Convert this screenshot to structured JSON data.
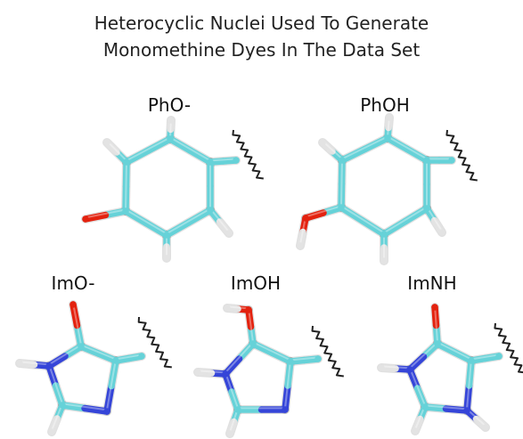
{
  "title_lines": [
    "Heterocyclic Nuclei Used To Generate",
    "Monomethine Dyes In The Data Set"
  ],
  "labels": [
    "PhO-",
    "PhOH",
    "ImO-",
    "ImOH",
    "ImNH"
  ],
  "colors": {
    "carbon": "#66d2d8",
    "oxygen": "#e3220f",
    "nitrogen": "#3545d8",
    "hydrogen": "#e3e3e3",
    "wavy": "#222222",
    "text": "#111111"
  },
  "molecules": [
    {
      "name": "PhO-",
      "atoms": [
        {
          "id": "C1",
          "el": "C"
        },
        {
          "id": "C2",
          "el": "C"
        },
        {
          "id": "C3",
          "el": "C"
        },
        {
          "id": "C4",
          "el": "C"
        },
        {
          "id": "C5",
          "el": "C"
        },
        {
          "id": "C6",
          "el": "C"
        },
        {
          "id": "O",
          "el": "O"
        },
        {
          "id": "H2",
          "el": "H"
        },
        {
          "id": "H3",
          "el": "H"
        },
        {
          "id": "H5",
          "el": "H"
        },
        {
          "id": "H6",
          "el": "H"
        },
        {
          "id": "Cx",
          "el": "C"
        }
      ],
      "bonds": [
        [
          "C1",
          "C2"
        ],
        [
          "C2",
          "C3"
        ],
        [
          "C3",
          "C4"
        ],
        [
          "C4",
          "C5"
        ],
        [
          "C5",
          "C6"
        ],
        [
          "C6",
          "C1"
        ],
        [
          "C1",
          "O"
        ],
        [
          "C2",
          "H2"
        ],
        [
          "C3",
          "H3"
        ],
        [
          "C5",
          "H5"
        ],
        [
          "C6",
          "H6"
        ],
        [
          "C4",
          "Cx"
        ]
      ]
    },
    {
      "name": "PhOH",
      "atoms": [
        {
          "id": "C1",
          "el": "C"
        },
        {
          "id": "C2",
          "el": "C"
        },
        {
          "id": "C3",
          "el": "C"
        },
        {
          "id": "C4",
          "el": "C"
        },
        {
          "id": "C5",
          "el": "C"
        },
        {
          "id": "C6",
          "el": "C"
        },
        {
          "id": "O",
          "el": "O"
        },
        {
          "id": "HO",
          "el": "H"
        },
        {
          "id": "H2",
          "el": "H"
        },
        {
          "id": "H3",
          "el": "H"
        },
        {
          "id": "H5",
          "el": "H"
        },
        {
          "id": "H6",
          "el": "H"
        },
        {
          "id": "Cx",
          "el": "C"
        }
      ],
      "bonds": [
        [
          "C1",
          "C2"
        ],
        [
          "C2",
          "C3"
        ],
        [
          "C3",
          "C4"
        ],
        [
          "C4",
          "C5"
        ],
        [
          "C5",
          "C6"
        ],
        [
          "C6",
          "C1"
        ],
        [
          "C1",
          "O"
        ],
        [
          "O",
          "HO"
        ],
        [
          "C2",
          "H2"
        ],
        [
          "C3",
          "H3"
        ],
        [
          "C5",
          "H5"
        ],
        [
          "C6",
          "H6"
        ],
        [
          "C4",
          "Cx"
        ]
      ]
    },
    {
      "name": "ImO-",
      "atoms": [
        {
          "id": "Cc",
          "el": "C"
        },
        {
          "id": "O",
          "el": "O"
        },
        {
          "id": "N1",
          "el": "N"
        },
        {
          "id": "H1",
          "el": "H"
        },
        {
          "id": "C2",
          "el": "C"
        },
        {
          "id": "H2",
          "el": "H"
        },
        {
          "id": "N3",
          "el": "N"
        },
        {
          "id": "C4",
          "el": "C"
        },
        {
          "id": "Cx",
          "el": "C"
        }
      ],
      "bonds": [
        [
          "Cc",
          "O"
        ],
        [
          "Cc",
          "N1"
        ],
        [
          "N1",
          "H1"
        ],
        [
          "N1",
          "C2"
        ],
        [
          "C2",
          "H2"
        ],
        [
          "C2",
          "N3"
        ],
        [
          "N3",
          "C4"
        ],
        [
          "C4",
          "Cc"
        ],
        [
          "C4",
          "Cx"
        ]
      ]
    },
    {
      "name": "ImOH",
      "atoms": [
        {
          "id": "Cc",
          "el": "C"
        },
        {
          "id": "O",
          "el": "O"
        },
        {
          "id": "HO",
          "el": "H"
        },
        {
          "id": "N1",
          "el": "N"
        },
        {
          "id": "H1",
          "el": "H"
        },
        {
          "id": "C2",
          "el": "C"
        },
        {
          "id": "H2",
          "el": "H"
        },
        {
          "id": "N3",
          "el": "N"
        },
        {
          "id": "C4",
          "el": "C"
        },
        {
          "id": "Cx",
          "el": "C"
        }
      ],
      "bonds": [
        [
          "Cc",
          "O"
        ],
        [
          "O",
          "HO"
        ],
        [
          "Cc",
          "N1"
        ],
        [
          "N1",
          "H1"
        ],
        [
          "N1",
          "C2"
        ],
        [
          "C2",
          "H2"
        ],
        [
          "C2",
          "N3"
        ],
        [
          "N3",
          "C4"
        ],
        [
          "C4",
          "Cc"
        ],
        [
          "C4",
          "Cx"
        ]
      ]
    },
    {
      "name": "ImNH",
      "atoms": [
        {
          "id": "Cc",
          "el": "C"
        },
        {
          "id": "O",
          "el": "O"
        },
        {
          "id": "N1",
          "el": "N"
        },
        {
          "id": "H1",
          "el": "H"
        },
        {
          "id": "C2",
          "el": "C"
        },
        {
          "id": "H2",
          "el": "H"
        },
        {
          "id": "N3",
          "el": "N"
        },
        {
          "id": "H3",
          "el": "H"
        },
        {
          "id": "C4",
          "el": "C"
        },
        {
          "id": "Cx",
          "el": "C"
        }
      ],
      "bonds": [
        [
          "Cc",
          "O"
        ],
        [
          "Cc",
          "N1"
        ],
        [
          "N1",
          "H1"
        ],
        [
          "N1",
          "C2"
        ],
        [
          "C2",
          "H2"
        ],
        [
          "C2",
          "N3"
        ],
        [
          "N3",
          "H3"
        ],
        [
          "N3",
          "C4"
        ],
        [
          "C4",
          "Cc"
        ],
        [
          "C4",
          "Cx"
        ]
      ]
    }
  ]
}
